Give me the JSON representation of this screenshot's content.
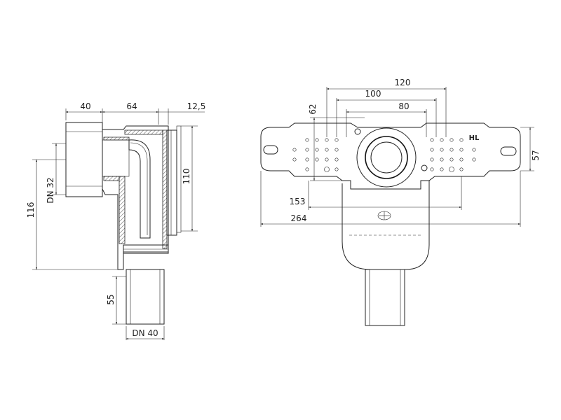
{
  "side_view": {
    "dims": {
      "top_width_1": "40",
      "top_width_2": "64",
      "top_width_3": "12,5",
      "height_inner": "110",
      "dn_inlet": "DN 32",
      "height_total": "116",
      "outlet_length": "55",
      "dn_outlet": "DN 40"
    }
  },
  "front_view": {
    "dims": {
      "w_120": "120",
      "w_100": "100",
      "w_80": "80",
      "h_62": "62",
      "h_57": "57",
      "w_153": "153",
      "w_264": "264"
    },
    "mark_label": "HL"
  }
}
